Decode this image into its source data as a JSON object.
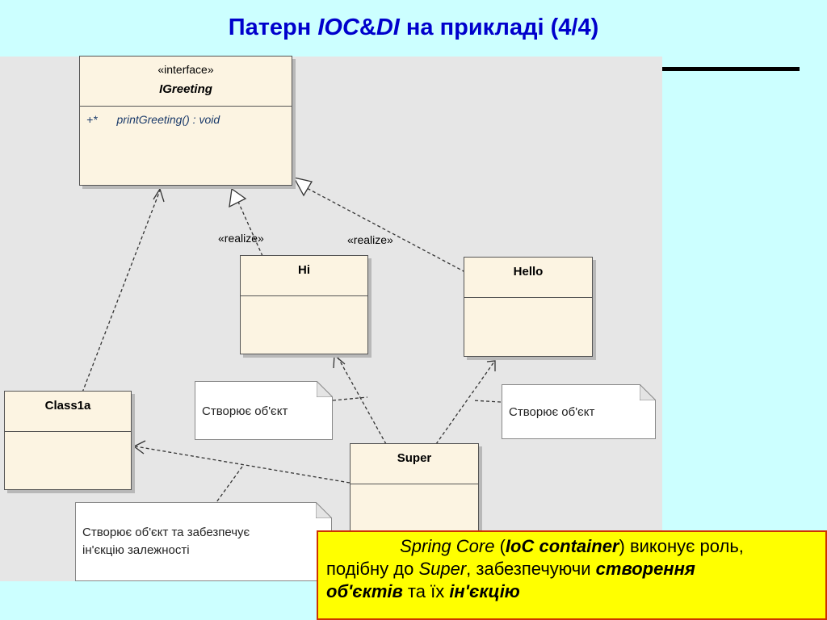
{
  "title": {
    "prefix": "Патерн ",
    "ioc": "IOC",
    "amp": "&",
    "di": "DI",
    "suffix": " на прикладі  (4/4)"
  },
  "diagram": {
    "igreeting": {
      "stereotype": "«interface»",
      "name": "IGreeting",
      "op_visibility": "+*",
      "op_signature": "printGreeting() : void"
    },
    "hi": {
      "name": "Hi"
    },
    "hello": {
      "name": "Hello"
    },
    "class1a": {
      "name": "Class1a"
    },
    "super": {
      "name": "Super"
    },
    "realize_label_left": "«realize»",
    "realize_label_right": "«realize»",
    "note_left": "Створює об'єкт",
    "note_right": "Створює об'єкт",
    "note_bottom_line1": "Створює об'єкт та забезпечує",
    "note_bottom_line2": "ін'єкцію залежності"
  },
  "callout": {
    "t1": "Spring Core",
    "t2": " (",
    "t3": "IoC container",
    "t4": ") виконує роль,",
    "t5": "подібну до ",
    "t6": "Super",
    "t7": ", забезпечуючи ",
    "t8": "створення",
    "t9": "об'єктів",
    "t10": " та їх ",
    "t11": "ін'єкцію"
  },
  "colors": {
    "background": "#ccffff",
    "title": "#0000cc",
    "canvas": "#e6e6e6",
    "class_fill": "#fcf4e2",
    "callout_fill": "#ffff00",
    "callout_border": "#cc3300"
  }
}
